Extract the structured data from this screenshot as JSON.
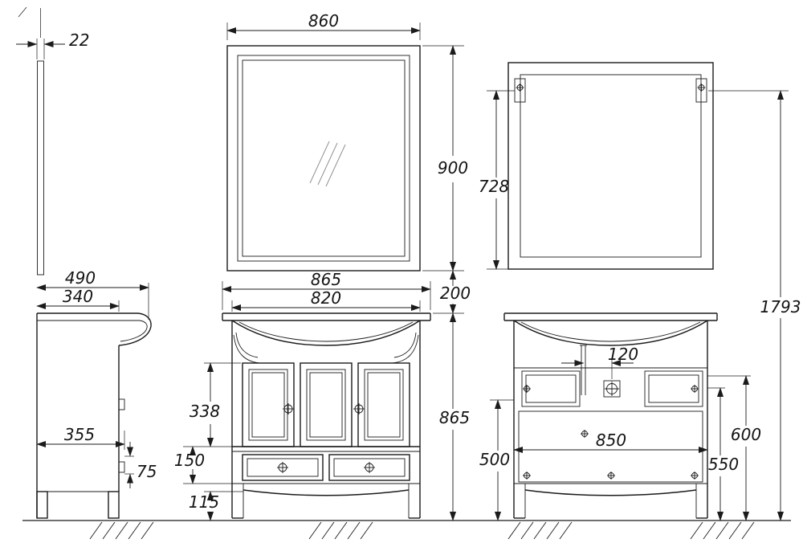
{
  "meta": {
    "title": "Bathroom vanity with mirror — dimensioned technical drawing"
  },
  "dimensions": {
    "mirror": {
      "thickness": "22",
      "width": "860",
      "height": "900",
      "hanger_height": "728"
    },
    "layout": {
      "mirror_to_cabinet_gap": "200",
      "overall_height": "1793"
    },
    "side_view": {
      "total_depth": "490",
      "countertop_depth": "340",
      "body_depth": "355",
      "hinge_offset": "75"
    },
    "front_view": {
      "total_width": "865",
      "body_width": "820",
      "door_height": "338",
      "drawer_height": "150",
      "leg_height": "115",
      "total_height": "865"
    },
    "back_view": {
      "drain_offset": "120",
      "inner_width": "850",
      "height_500": "500",
      "height_550": "550",
      "height_600": "600"
    }
  }
}
